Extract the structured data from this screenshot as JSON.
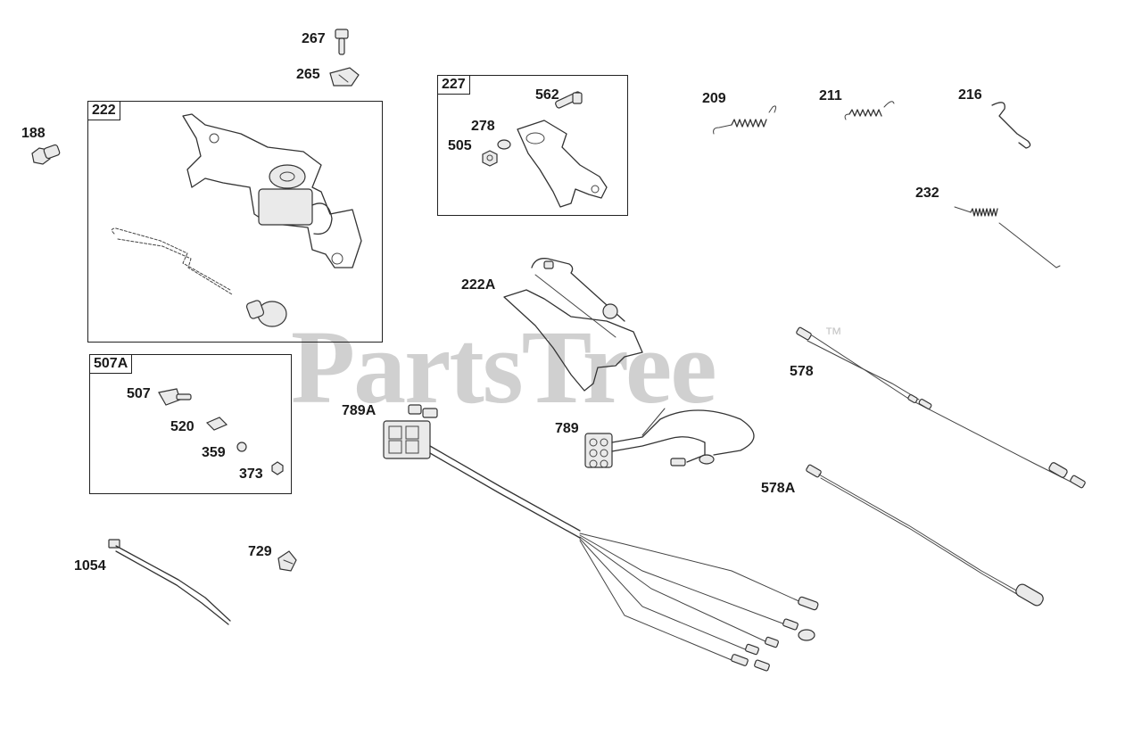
{
  "watermark": {
    "text": "PartsTree",
    "trademark": "™"
  },
  "group_boxes": {
    "box_222": "222",
    "box_227": "227",
    "box_507A": "507A"
  },
  "labels": {
    "l188": "188",
    "l267": "267",
    "l265": "265",
    "l562": "562",
    "l278": "278",
    "l505": "505",
    "l209": "209",
    "l211": "211",
    "l216": "216",
    "l232": "232",
    "l222A": "222A",
    "l578": "578",
    "l507": "507",
    "l520": "520",
    "l359": "359",
    "l373": "373",
    "l789A": "789A",
    "l789": "789",
    "l578A": "578A",
    "l1054": "1054",
    "l729": "729"
  },
  "parts": [
    {
      "id": "188",
      "name": "bolt-icon"
    },
    {
      "id": "267",
      "name": "screw-icon"
    },
    {
      "id": "265",
      "name": "clip-icon"
    },
    {
      "id": "222",
      "name": "control-bracket-icon"
    },
    {
      "id": "227",
      "name": "bracket-icon"
    },
    {
      "id": "209",
      "name": "spring-icon"
    },
    {
      "id": "211",
      "name": "spring-icon"
    },
    {
      "id": "216",
      "name": "link-icon"
    },
    {
      "id": "232",
      "name": "spring-icon"
    },
    {
      "id": "222A",
      "name": "control-plate-icon"
    },
    {
      "id": "578",
      "name": "wire-harness-icon"
    },
    {
      "id": "507A",
      "name": "switch-kit-icon"
    },
    {
      "id": "789A",
      "name": "wire-harness-icon"
    },
    {
      "id": "789",
      "name": "wire-harness-icon"
    },
    {
      "id": "578A",
      "name": "ground-wire-icon"
    },
    {
      "id": "1054",
      "name": "cable-tie-icon"
    },
    {
      "id": "729",
      "name": "clip-icon"
    }
  ]
}
